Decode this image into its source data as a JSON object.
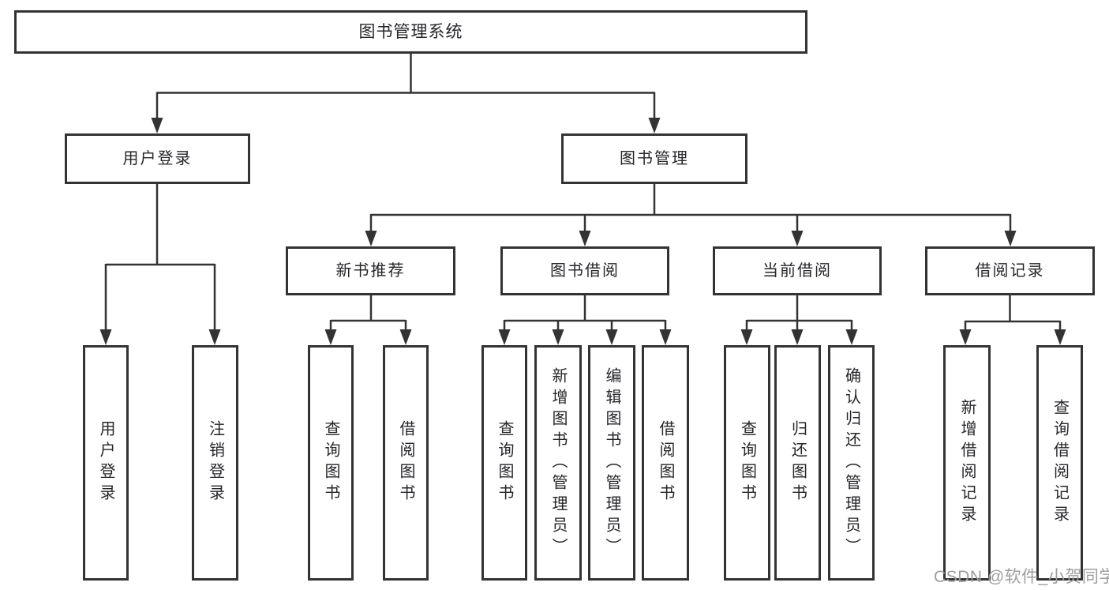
{
  "tree": {
    "root": {
      "label": "图书管理系统",
      "children": [
        {
          "label": "用户登录",
          "children": [
            {
              "label": "用户登录"
            },
            {
              "label": "注销登录"
            }
          ]
        },
        {
          "label": "图书管理",
          "children": [
            {
              "label": "新书推荐",
              "children": [
                {
                  "label": "查询图书"
                },
                {
                  "label": "借阅图书"
                }
              ]
            },
            {
              "label": "图书借阅",
              "children": [
                {
                  "label": "查询图书"
                },
                {
                  "label": "新增图书（管理员）"
                },
                {
                  "label": "编辑图书（管理员）"
                },
                {
                  "label": "借阅图书"
                }
              ]
            },
            {
              "label": "当前借阅",
              "children": [
                {
                  "label": "查询图书"
                },
                {
                  "label": "归还图书"
                },
                {
                  "label": "确认归还（管理员）"
                }
              ]
            },
            {
              "label": "借阅记录",
              "children": [
                {
                  "label": "新增借阅记录"
                },
                {
                  "label": "查询借阅记录"
                }
              ]
            }
          ]
        }
      ]
    }
  },
  "watermark": {
    "text": "CSDN @软件_小贺同学"
  },
  "colors": {
    "line": "#333333",
    "box_border": "#333333",
    "text": "#26262b",
    "watermark": "#9e9e9e",
    "background": "#ffffff"
  }
}
